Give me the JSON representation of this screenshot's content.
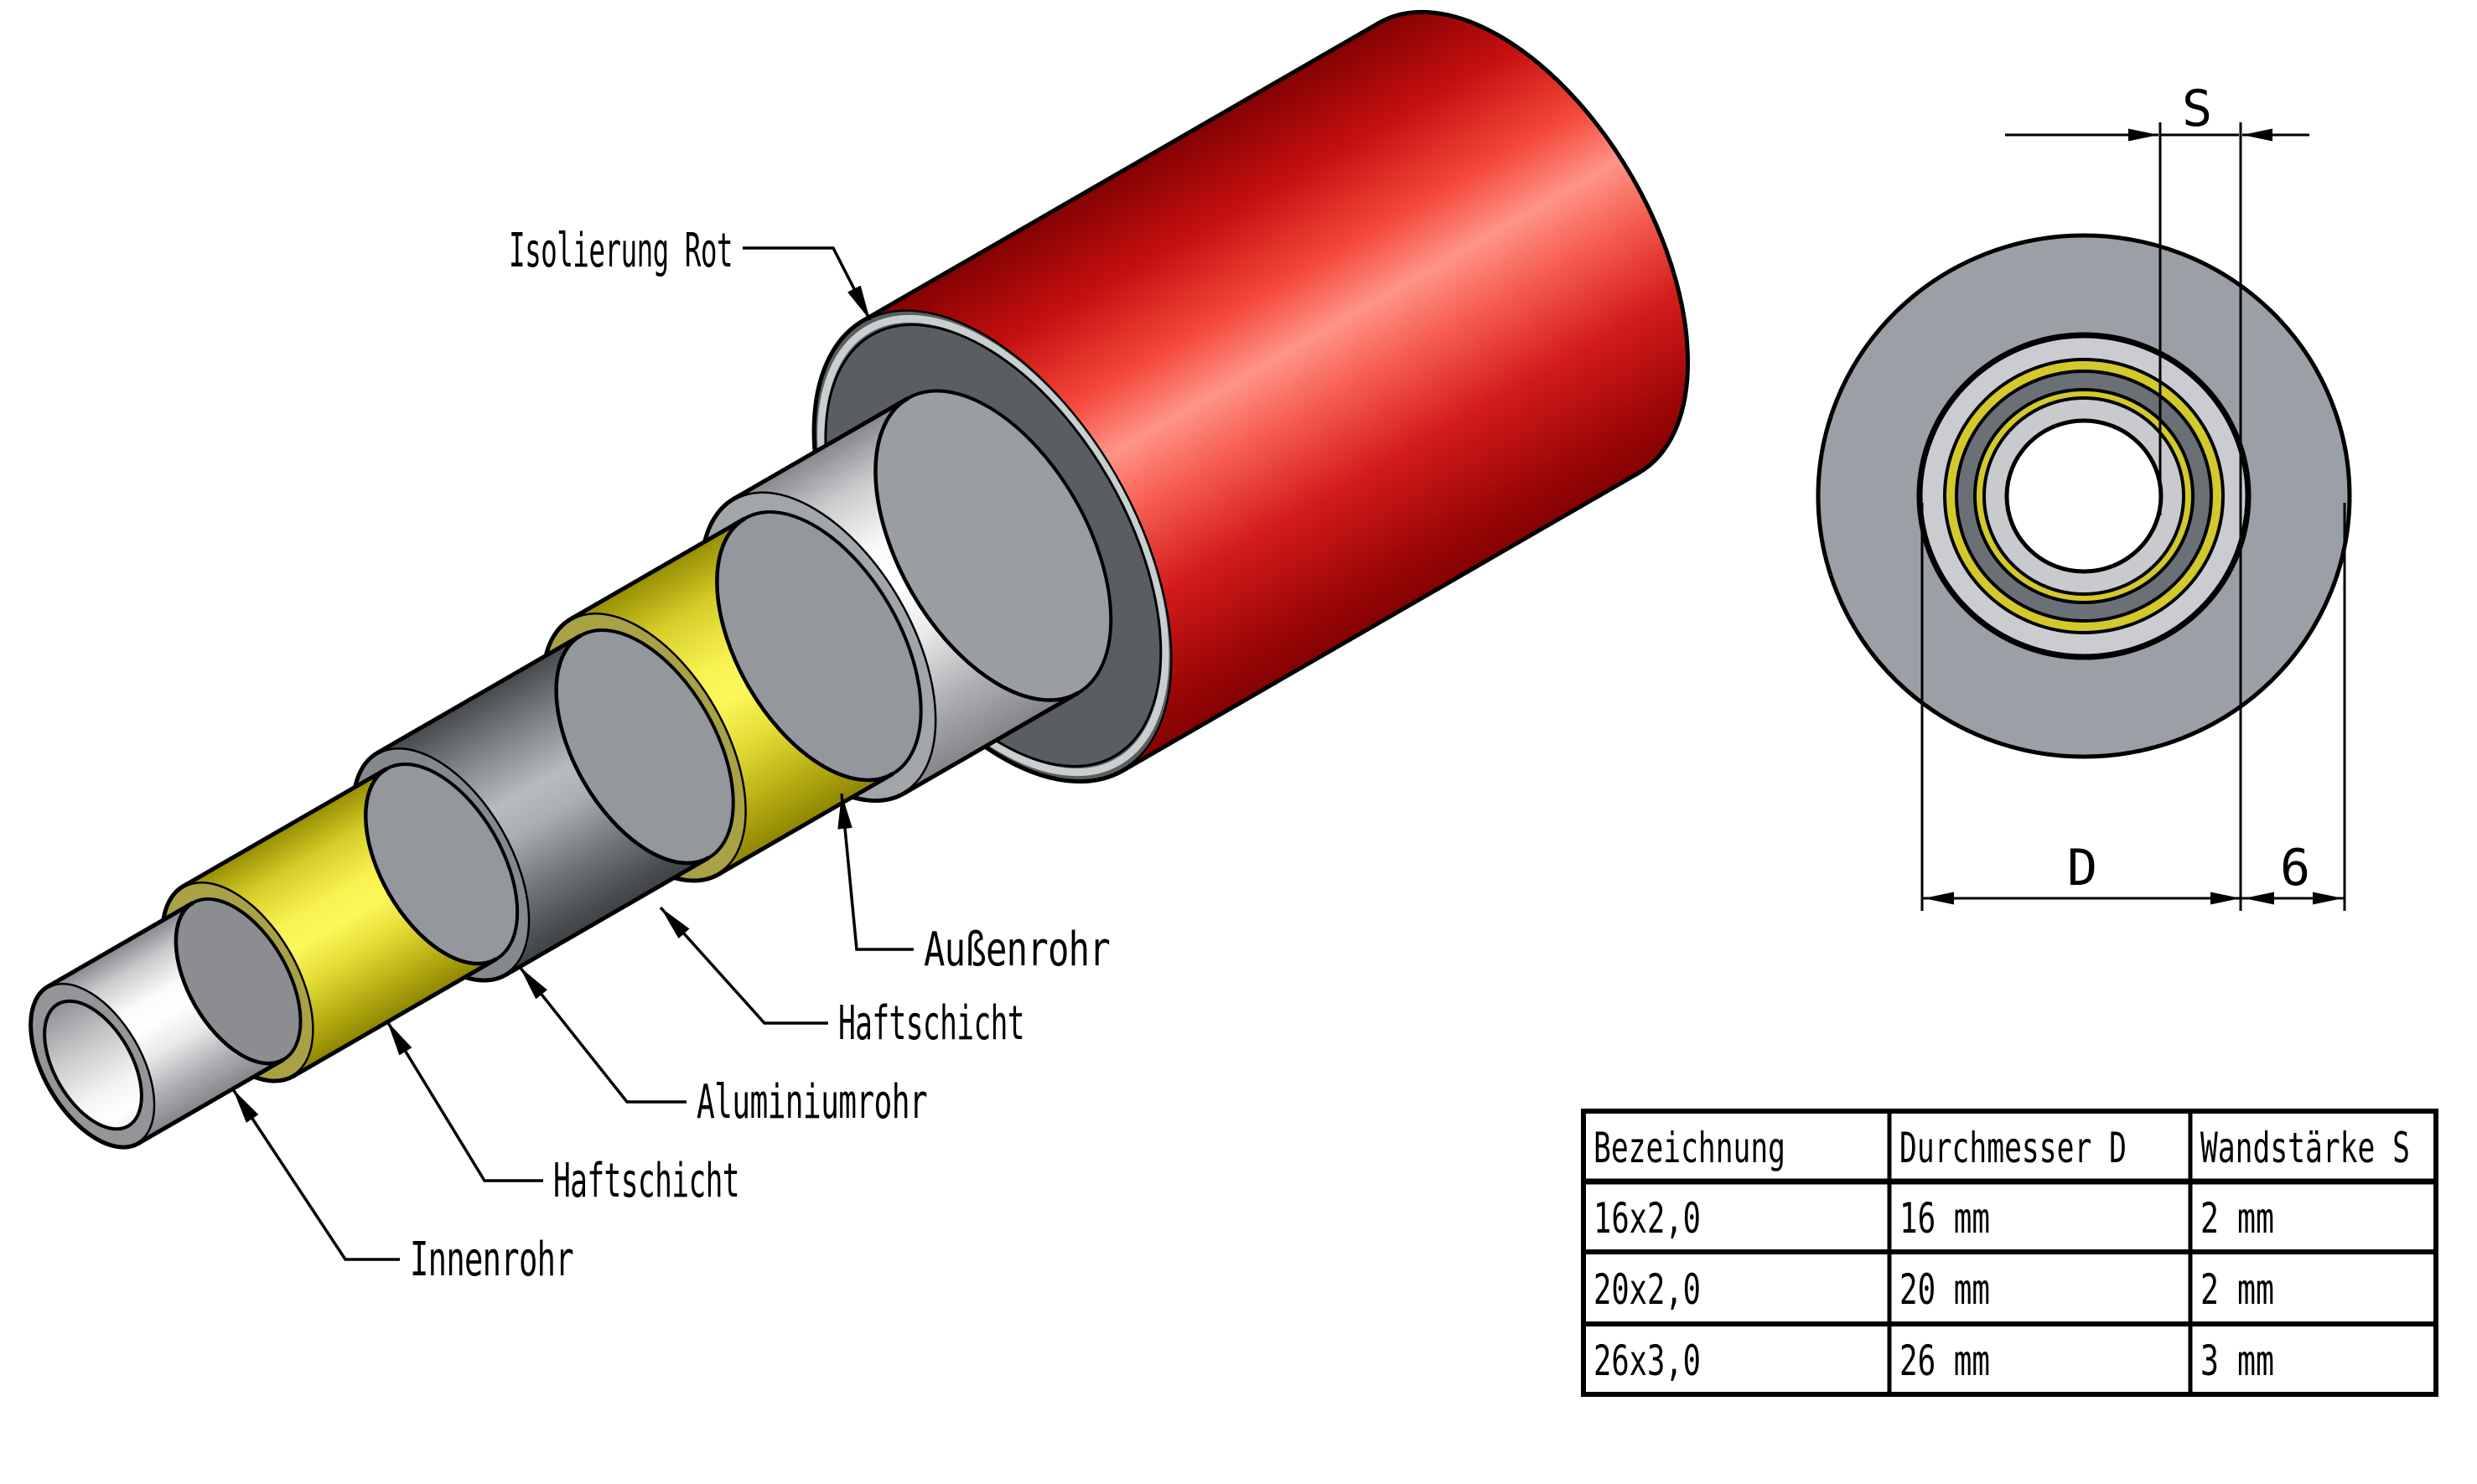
{
  "drawing": {
    "type": "technical-drawing",
    "subject": "multilayer composite pipe with insulation"
  },
  "pipe_labels": {
    "insulation": "Isolierung Rot",
    "outer_pipe": "Außenrohr",
    "adhesive_outer": "Haftschicht",
    "aluminium_pipe": "Aluminiumrohr",
    "adhesive_inner": "Haftschicht",
    "inner_pipe": "Innenrohr"
  },
  "dimensions": {
    "wall_thickness": "S",
    "outer_diameter": "D",
    "insulation_thickness": "6"
  },
  "table": {
    "headers": [
      "Bezeichnung",
      "Durchmesser D",
      "Wandstärke S"
    ],
    "rows": [
      [
        "16x2,0",
        "16 mm",
        "2 mm"
      ],
      [
        "20x2,0",
        "20 mm",
        "2 mm"
      ],
      [
        "26x3,0",
        "26 mm",
        "3 mm"
      ]
    ]
  },
  "colors": {
    "insulation_red": "#d81010",
    "adhesive_yellow": "#f2ea45",
    "aluminium_gray": "#7e8287",
    "pipe_white": "#f4f4f5",
    "section_insulation_gray": "#9aa0a6",
    "end_face_dark_gray": "#5a5e63",
    "outline_black": "#000000",
    "background": "#ffffff"
  }
}
